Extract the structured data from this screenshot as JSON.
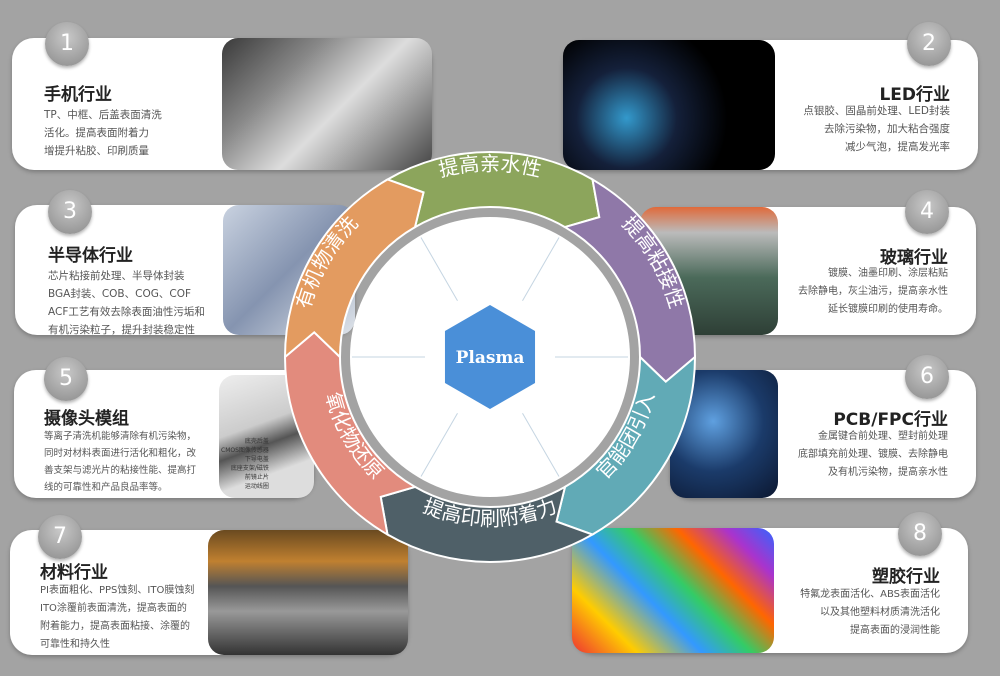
{
  "center_label": "Plasma",
  "ring": [
    {
      "label": "提高亲水性",
      "color": "#8ca55c"
    },
    {
      "label": "提高粘接性",
      "color": "#8f78a8"
    },
    {
      "label": "官能团引入",
      "color": "#61aab6"
    },
    {
      "label": "提高印刷附着力",
      "color": "#4f6068"
    },
    {
      "label": "氧化物还原",
      "color": "#e28b7d"
    },
    {
      "label": "有机物清洗",
      "color": "#e39b60"
    }
  ],
  "cards": [
    {
      "num": "1",
      "title": "手机行业",
      "desc": "TP、中框、后盖表面清洗\n活化。提高表面附着力\n增提升粘胶、印刷质量",
      "image": "smartphones-photo"
    },
    {
      "num": "2",
      "title": "LED行业",
      "desc": "点银胶、固晶前处理、LED封装\n去除污染物，加大粘合强度\n减少气泡，提高发光率",
      "image": "led-strip-photo"
    },
    {
      "num": "3",
      "title": "半导体行业",
      "desc": "芯片粘接前处理、半导体封装\nBGA封装、COB、COG、COF\nACF工艺有效去除表面油性污垢和\n有机污染粒子，提升封装稳定性",
      "image": "chip-tweezers-photo"
    },
    {
      "num": "4",
      "title": "玻璃行业",
      "desc": "镀膜、油墨印刷、涂层粘贴\n去除静电，灰尘油污，提高亲水性\n延长镀膜印刷的使用寿命。",
      "image": "glass-factory-photo"
    },
    {
      "num": "5",
      "title": "摄像头模组",
      "desc": "等离子清洗机能够清除有机污染物，\n同时对材料表面进行活化和粗化，改\n善支架与滤光片的粘接性能、提高打\n线的可靠性和产品良品率等。",
      "image": "camera-module-diagram",
      "image_labels": "底壳后盖\nCMOS图像传感器\n下导电盖\n底座支架/磁铁\n前镜止片\n运动线圈"
    },
    {
      "num": "6",
      "title": "PCB/FPC行业",
      "desc": "金属键合前处理、塑封前处理\n底部填充前处理、镀膜、去除静电\n及有机污染物，提高亲水性",
      "image": "circuit-board-photo"
    },
    {
      "num": "7",
      "title": "材料行业",
      "desc": "PI表面粗化、PPS蚀刻、ITO膜蚀刻\nITO涂覆前表面清洗，提高表面的\n附着能力，提高表面粘接、涂覆的\n可靠性和持久性",
      "image": "steel-coils-photo"
    },
    {
      "num": "8",
      "title": "塑胶行业",
      "desc": "特氟龙表面活化、ABS表面活化\n以及其他塑料材质清洗活化\n提高表面的浸润性能",
      "image": "plastic-pellets-photo"
    }
  ]
}
